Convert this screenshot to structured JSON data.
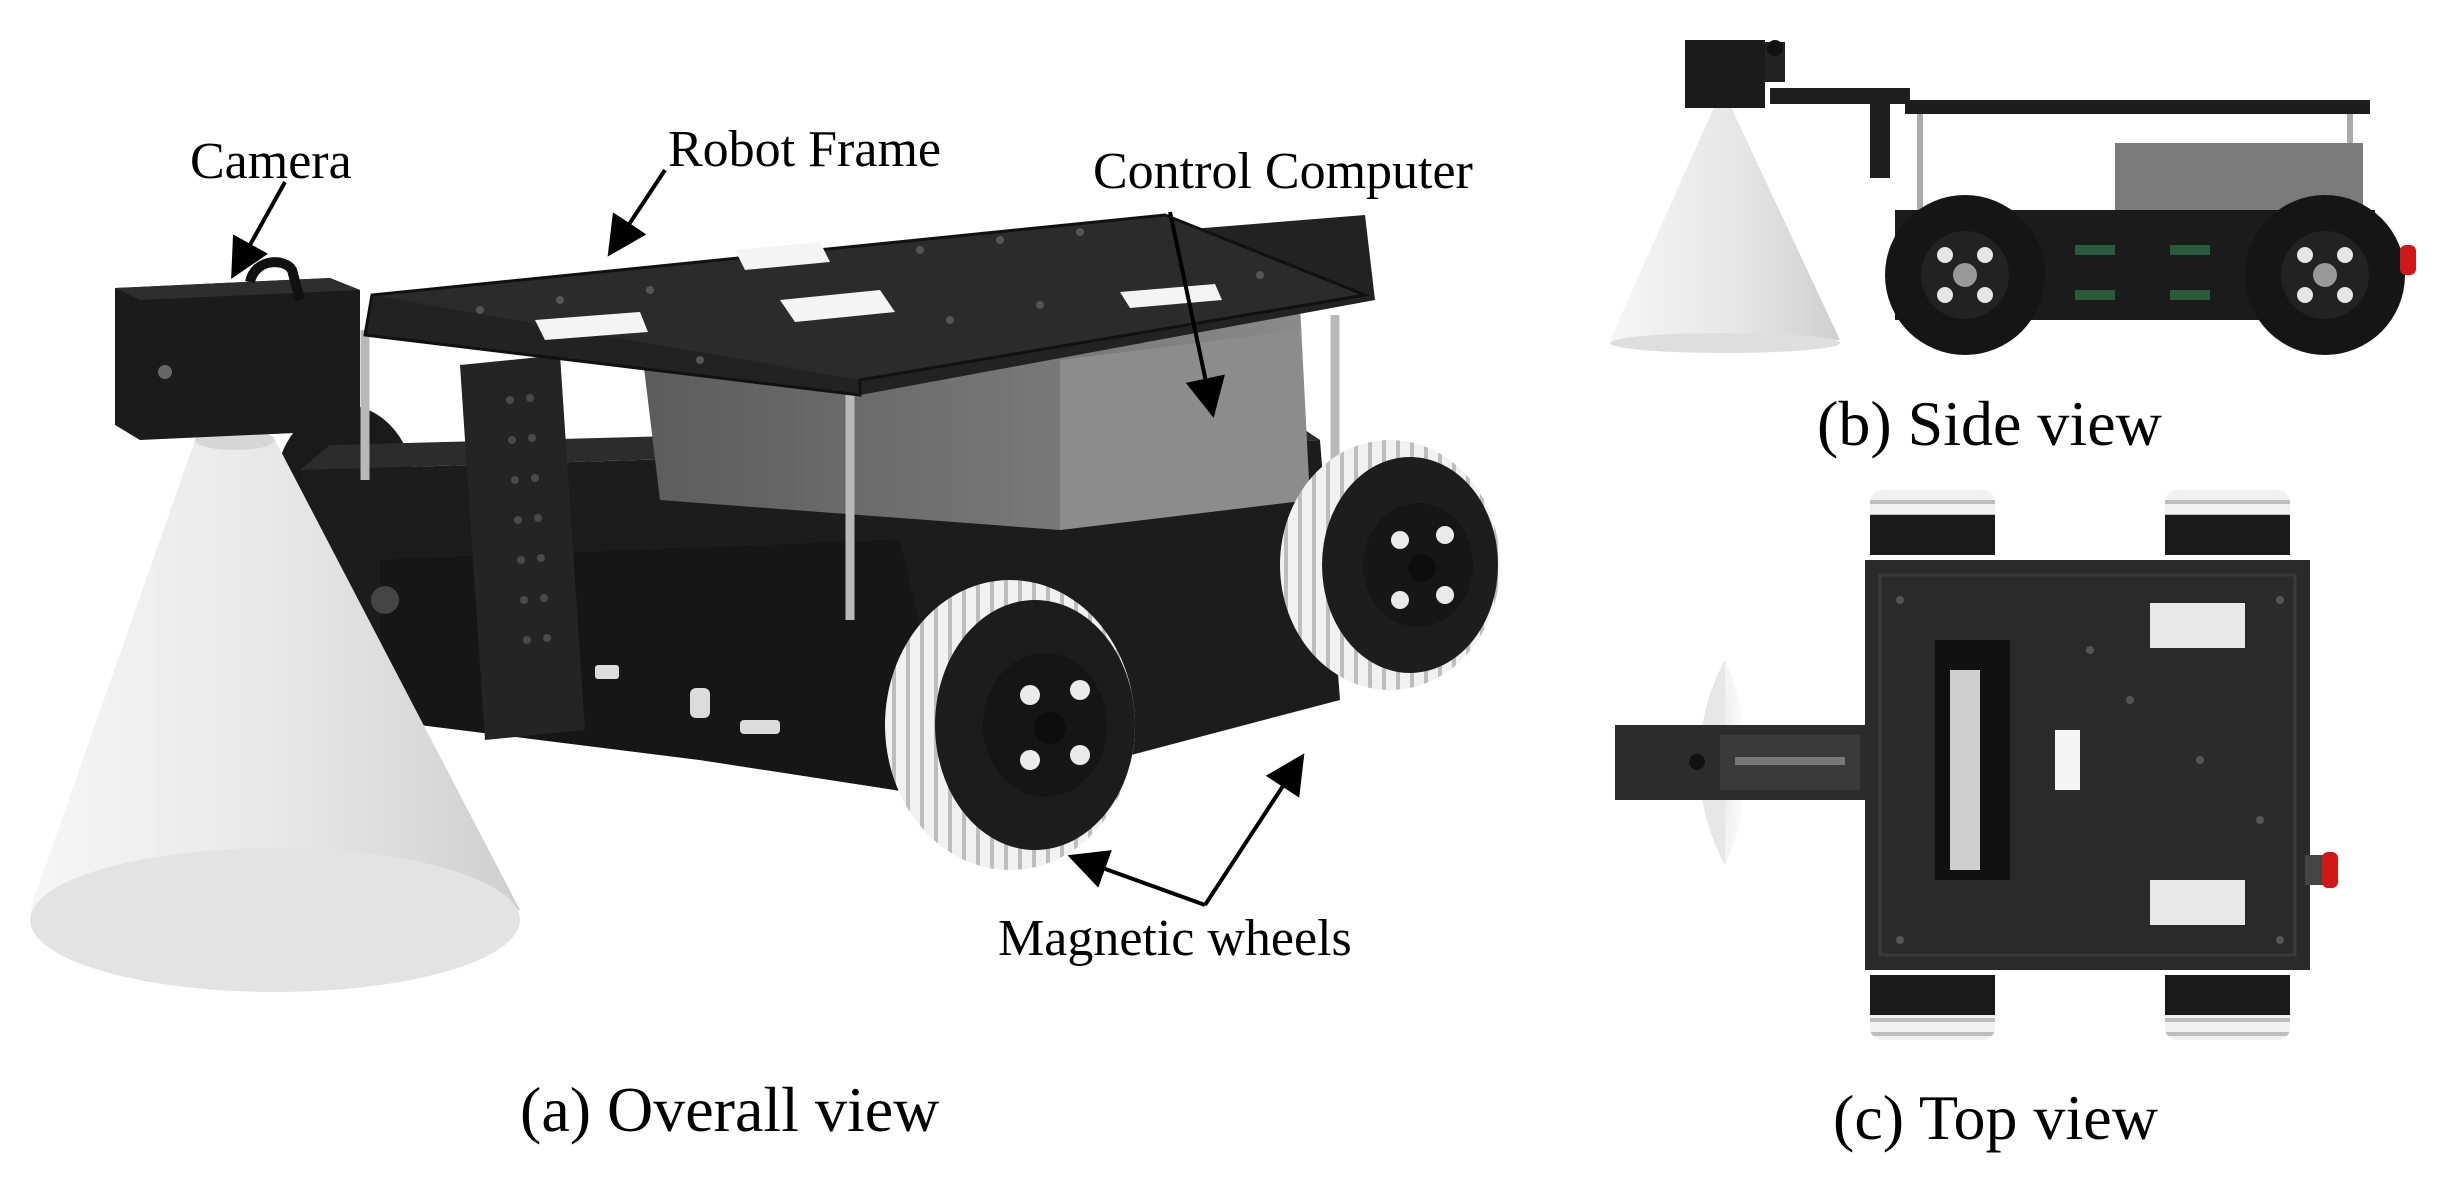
{
  "figure": {
    "overall_view": {
      "caption": "(a) Overall view",
      "callouts": {
        "camera": "Camera",
        "robot_frame": "Robot Frame",
        "control_computer": "Control Computer",
        "magnetic_wheels": "Magnetic wheels"
      }
    },
    "side_view": {
      "caption": "(b) Side view"
    },
    "top_view": {
      "caption": "(c)  Top view"
    }
  },
  "colors": {
    "background": "#ffffff",
    "chassis": "#1e1e1e",
    "plate": "#2a2a2a",
    "camera_cone": "#e9e9e9",
    "computer_box": "#6f6f6f",
    "wheel_tread": "#f2f2f2",
    "emergency_button": "#d01818"
  }
}
